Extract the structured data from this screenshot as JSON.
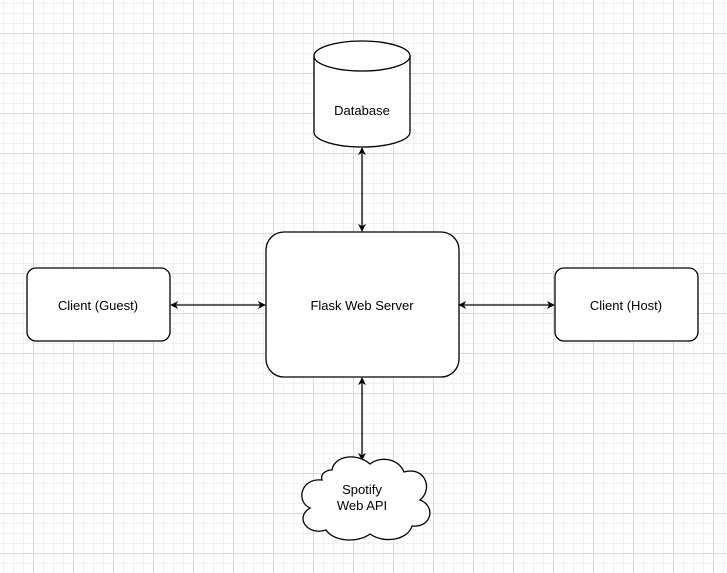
{
  "diagram": {
    "nodes": {
      "database": {
        "label": "Database",
        "shape": "cylinder"
      },
      "server": {
        "label": "Flask Web Server",
        "shape": "rounded-rectangle"
      },
      "client_guest": {
        "label": "Client (Guest)",
        "shape": "rounded-rectangle"
      },
      "client_host": {
        "label": "Client (Host)",
        "shape": "rounded-rectangle"
      },
      "spotify": {
        "label_line1": "Spotify",
        "label_line2": "Web API",
        "shape": "cloud"
      }
    },
    "edges": [
      {
        "from": "database",
        "to": "server",
        "direction": "bidirectional"
      },
      {
        "from": "client_guest",
        "to": "server",
        "direction": "bidirectional"
      },
      {
        "from": "server",
        "to": "client_host",
        "direction": "bidirectional"
      },
      {
        "from": "server",
        "to": "spotify",
        "direction": "bidirectional"
      }
    ],
    "colors": {
      "stroke": "#000000",
      "fill": "#ffffff",
      "grid": "#d8d8d8"
    }
  }
}
